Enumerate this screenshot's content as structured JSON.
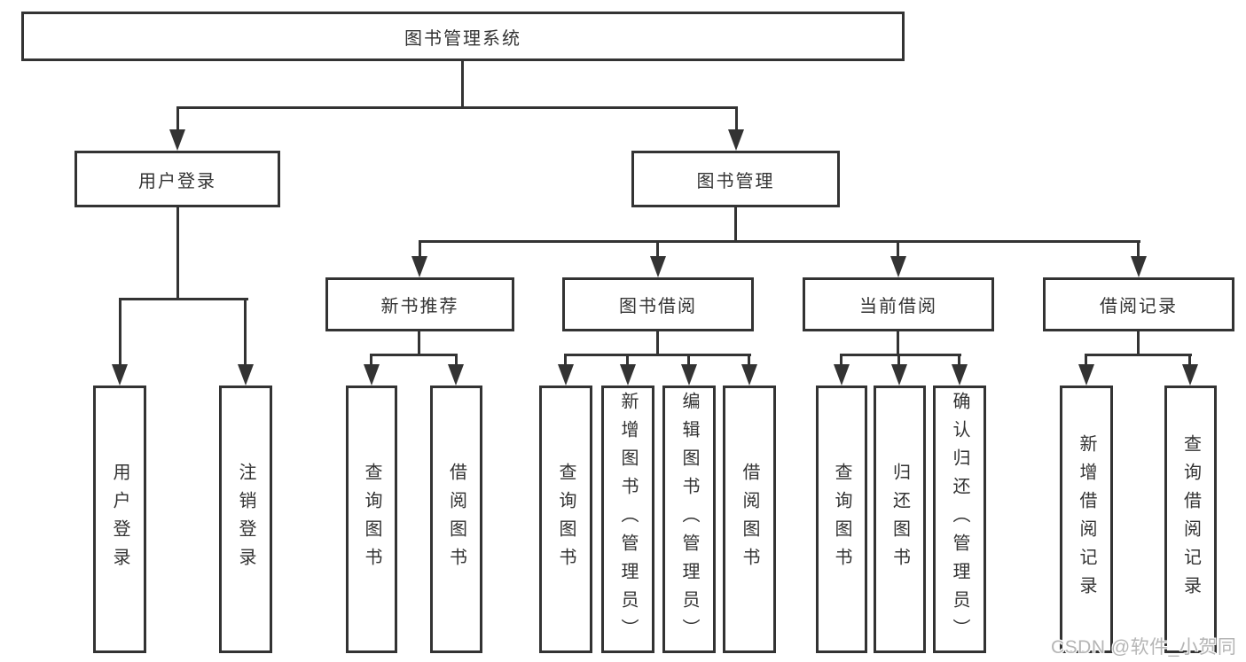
{
  "tree": {
    "label": "图书管理系统",
    "children": [
      {
        "label": "用户登录",
        "children": [
          {
            "label": "用户登录"
          },
          {
            "label": "注销登录"
          }
        ]
      },
      {
        "label": "图书管理",
        "children": [
          {
            "label": "新书推荐",
            "children": [
              {
                "label": "查询图书"
              },
              {
                "label": "借阅图书"
              }
            ]
          },
          {
            "label": "图书借阅",
            "children": [
              {
                "label": "查询图书"
              },
              {
                "label": "新增图书（管理员）"
              },
              {
                "label": "编辑图书（管理员）"
              },
              {
                "label": "借阅图书"
              }
            ]
          },
          {
            "label": "当前借阅",
            "children": [
              {
                "label": "查询图书"
              },
              {
                "label": "归还图书"
              },
              {
                "label": "确认归还（管理员）"
              }
            ]
          },
          {
            "label": "借阅记录",
            "children": [
              {
                "label": "新增借阅记录"
              },
              {
                "label": "查询借阅记录"
              }
            ]
          }
        ]
      }
    ]
  },
  "watermark": {
    "text": "CSDN @软件_小贺同学"
  },
  "colors": {
    "line": "#333333",
    "box_border": "#333333",
    "text": "#333333",
    "background": "#ffffff",
    "watermark": "#b5b5b5"
  }
}
